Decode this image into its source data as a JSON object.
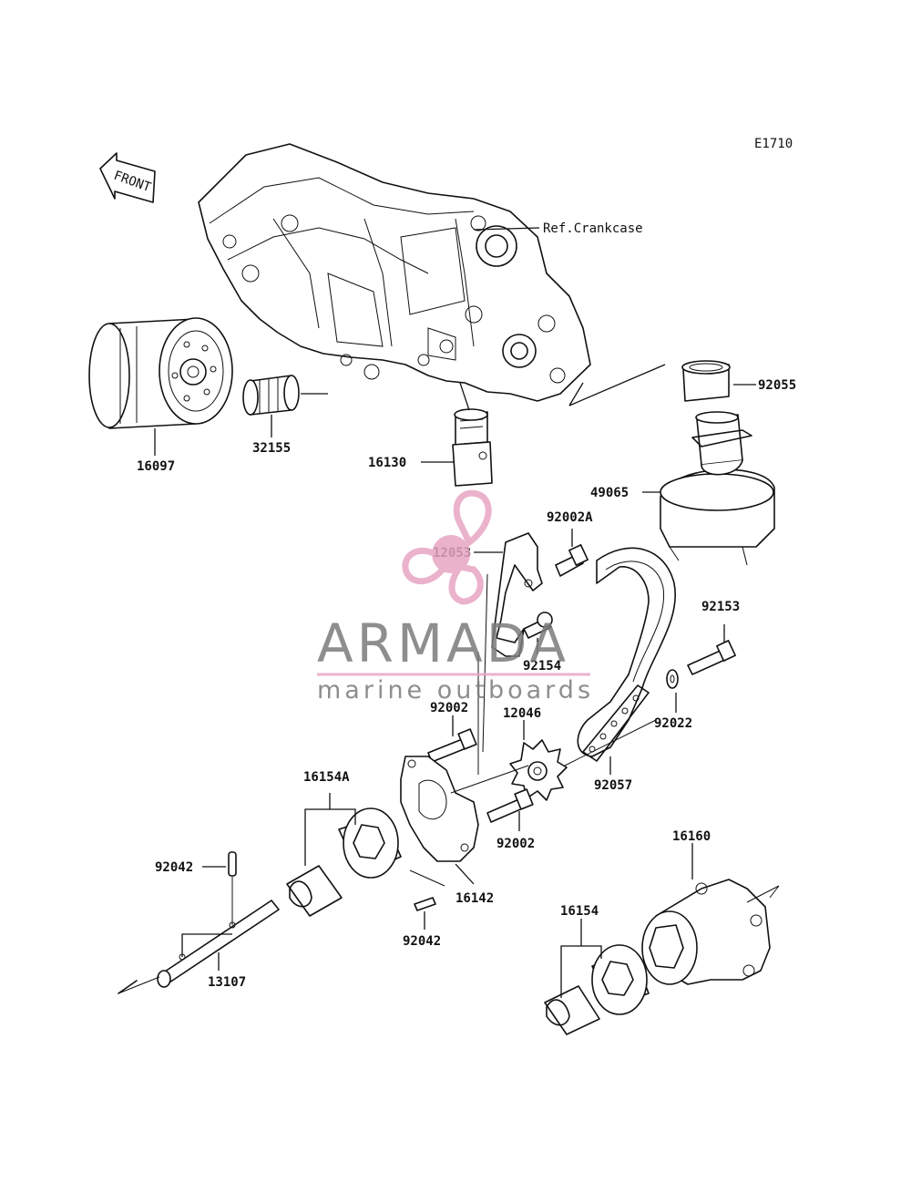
{
  "diagram_id": "E1710",
  "front_label": "FRONT",
  "reference": "Ref.Crankcase",
  "watermark": {
    "title": "ARMADA",
    "subtitle": "marine outboards",
    "accent_color": "#e8a5c4",
    "text_color": "#7b7b7b"
  },
  "parts": {
    "p16097": "16097",
    "p32155": "32155",
    "p16130": "16130",
    "p92055": "92055",
    "p49065": "49065",
    "p92002a": "92002A",
    "p12053": "12053",
    "p92153": "92153",
    "p92154": "92154",
    "p12046": "12046",
    "p92002_top": "92002",
    "p92022": "92022",
    "p92057": "92057",
    "p16154a": "16154A",
    "p92002_bottom": "92002",
    "p16160": "16160",
    "p92042_top": "92042",
    "p16142": "16142",
    "p16154": "16154",
    "p92042_bottom": "92042",
    "p13107": "13107"
  }
}
